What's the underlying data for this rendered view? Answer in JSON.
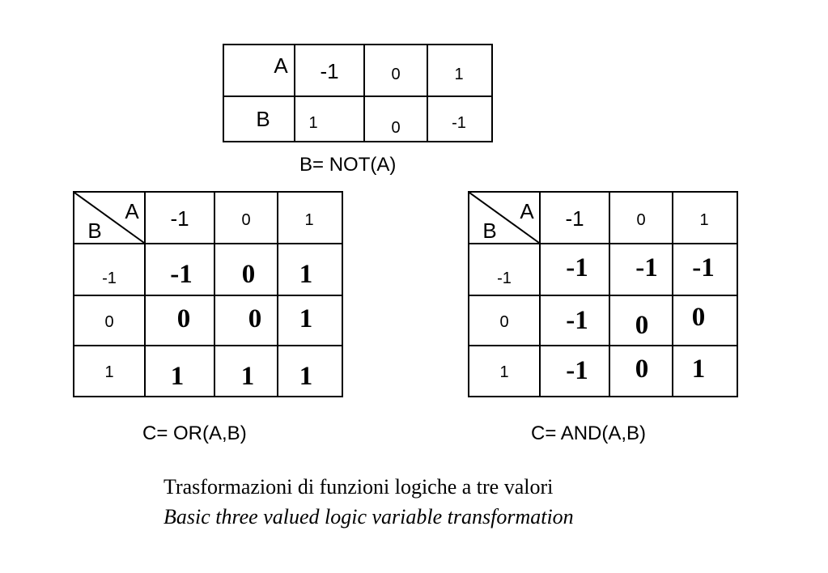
{
  "not_table": {
    "header_label": "A",
    "row_label": "B",
    "a_values": [
      "-1",
      "0",
      "1"
    ],
    "b_values": [
      "1",
      "0",
      "-1"
    ],
    "caption": "B= NOT(A)"
  },
  "or_table": {
    "corner_a": "A",
    "corner_b": "B",
    "col_headers": [
      "-1",
      "0",
      "1"
    ],
    "row_headers": [
      "-1",
      "0",
      "1"
    ],
    "cells": [
      [
        "-1",
        "0",
        "1"
      ],
      [
        "0",
        "0",
        "1"
      ],
      [
        "1",
        "1",
        "1"
      ]
    ],
    "caption": "C= OR(A,B)"
  },
  "and_table": {
    "corner_a": "A",
    "corner_b": "B",
    "col_headers": [
      "-1",
      "0",
      "1"
    ],
    "row_headers": [
      "-1",
      "0",
      "1"
    ],
    "cells": [
      [
        "-1",
        "-1",
        "-1"
      ],
      [
        "-1",
        "0",
        "0"
      ],
      [
        "-1",
        "0",
        "1"
      ]
    ],
    "caption": "C= AND(A,B)"
  },
  "footer": {
    "italian": "Trasformazioni di funzioni logiche a tre valori",
    "english": "Basic three valued logic variable transformation"
  }
}
